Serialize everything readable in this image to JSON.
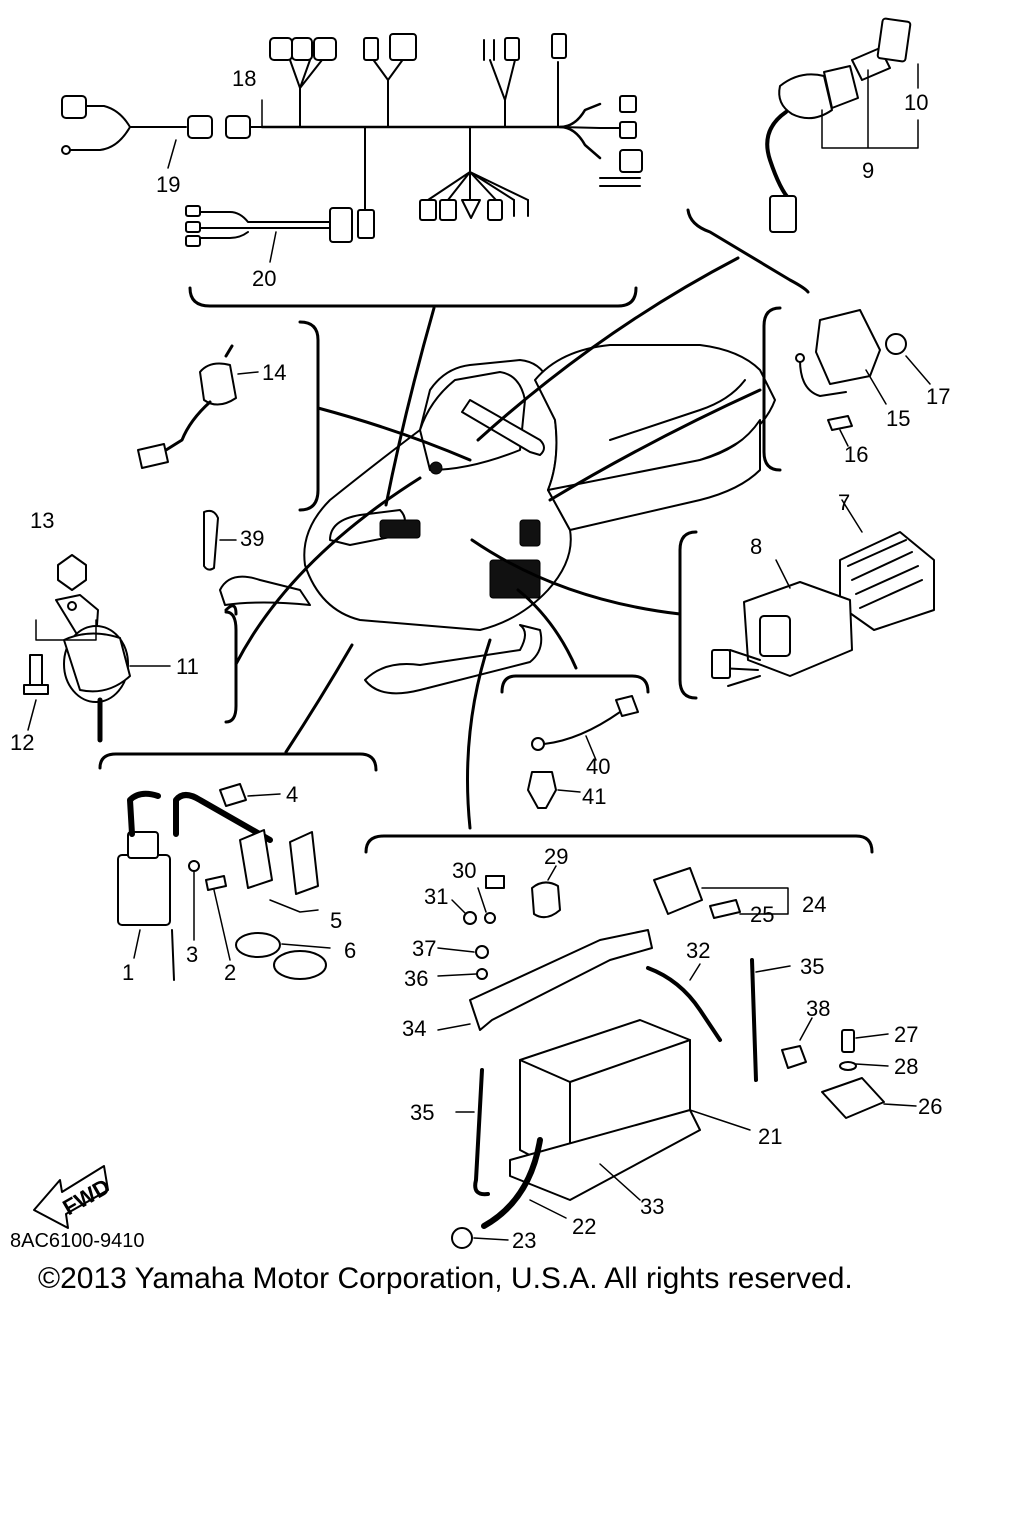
{
  "diagram": {
    "reference_code": "8AC6100-9410",
    "copyright": "©2013 Yamaha Motor Corporation, U.S.A. All rights reserved.",
    "direction_label": "FWD",
    "callouts": {
      "p1": "1",
      "p2": "2",
      "p3": "3",
      "p4": "4",
      "p5": "5",
      "p6": "6",
      "p7": "7",
      "p8": "8",
      "p9": "9",
      "p10": "10",
      "p11": "11",
      "p12": "12",
      "p13": "13",
      "p14": "14",
      "p15": "15",
      "p16": "16",
      "p17": "17",
      "p18": "18",
      "p19": "19",
      "p20": "20",
      "p21": "21",
      "p22": "22",
      "p23": "23",
      "p24": "24",
      "p25": "25",
      "p26": "26",
      "p27": "27",
      "p28": "28",
      "p29": "29",
      "p30": "30",
      "p31": "31",
      "p32": "32",
      "p33": "33",
      "p34": "34",
      "p35a": "35",
      "p35b": "35",
      "p36": "36",
      "p37": "37",
      "p38": "38",
      "p39": "39",
      "p40": "40",
      "p41": "41"
    }
  }
}
